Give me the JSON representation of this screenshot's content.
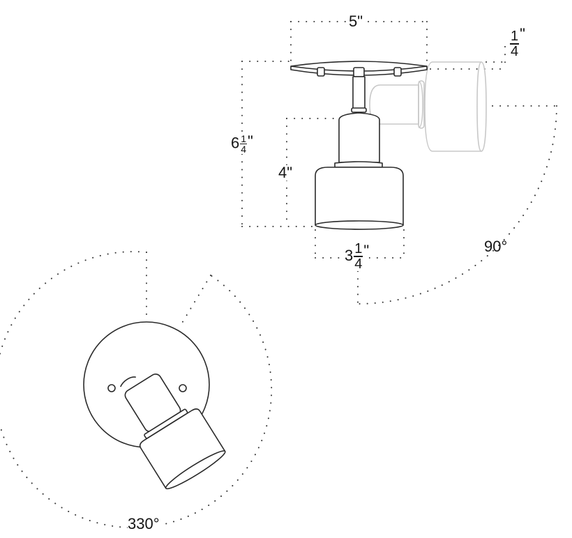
{
  "diagram": {
    "subject": "Adjustable ceiling spotlight fixture dimension drawing",
    "colors": {
      "line": "#2a2a2a",
      "ghost_line": "#c8c8c8",
      "dots": "#3a3a3a",
      "background": "#ffffff"
    },
    "dimensions": {
      "canopy_width": {
        "whole": "5",
        "unit": "\""
      },
      "canopy_thickness": {
        "whole": "",
        "num": "1",
        "den": "4",
        "unit": "\""
      },
      "overall_height": {
        "whole": "6",
        "num": "1",
        "den": "4",
        "unit": "\""
      },
      "shade_height": {
        "whole": "4",
        "unit": "\""
      },
      "shade_diameter": {
        "whole": "3",
        "num": "1",
        "den": "4",
        "unit": "\""
      }
    },
    "angles": {
      "tilt": "90°",
      "rotation": "330°"
    },
    "views": [
      {
        "name": "side-view",
        "description": "Canopy with stem and cylindrical shade, ghosted tilted position"
      },
      {
        "name": "front-view",
        "description": "Round canopy with rotated shade"
      }
    ]
  }
}
